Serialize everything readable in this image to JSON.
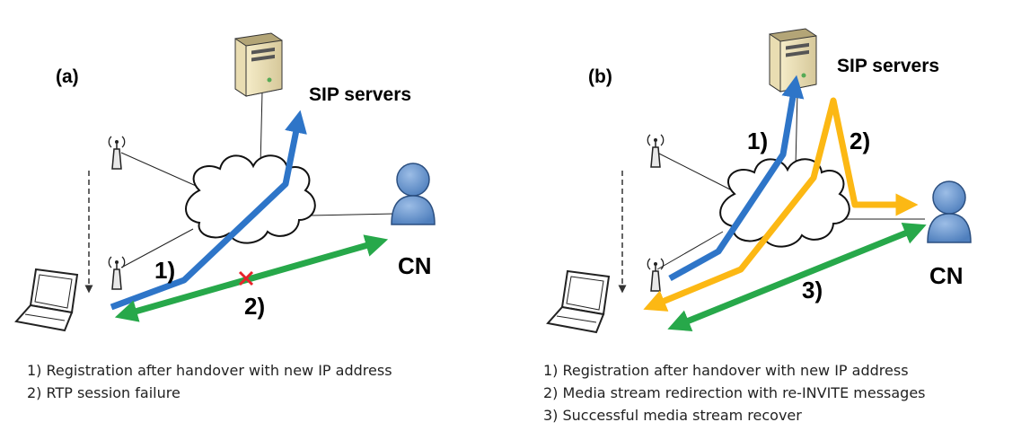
{
  "panels": [
    {
      "label": "(a)",
      "server_label": "SIP servers",
      "cn_label": "CN",
      "steps": [
        "1)",
        "2)"
      ],
      "legend": [
        "1) Registration after handover with new IP address",
        "2) RTP session failure"
      ]
    },
    {
      "label": "(b)",
      "server_label": "SIP servers",
      "cn_label": "CN",
      "steps": [
        "1)",
        "2)",
        "3)"
      ],
      "legend": [
        "1) Registration after handover with new IP address",
        "2) Media stream redirection with re-INVITE messages",
        "3) Successful media stream recover"
      ]
    }
  ],
  "colors": {
    "registration": "#2e75c8",
    "media": "#27a84a",
    "reinvite": "#fcb814",
    "failure": "#e8222a",
    "person": "#6c99cf"
  },
  "icons": [
    "server-icon",
    "cloud-icon",
    "antenna-icon",
    "laptop-icon",
    "person-icon"
  ]
}
